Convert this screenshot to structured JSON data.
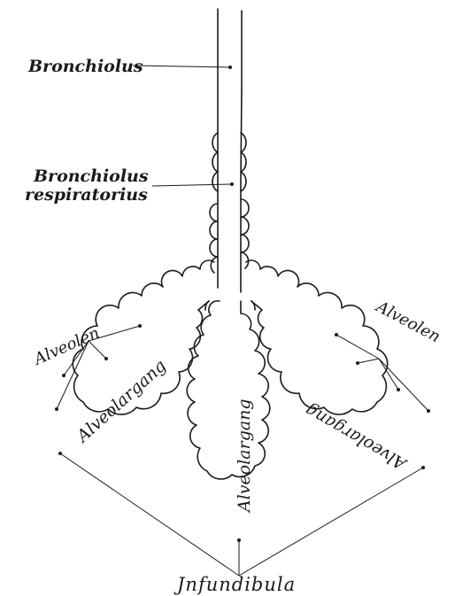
{
  "labels": {
    "bronchiolus": "Bronchiolus",
    "bronchiolus_respiratorius_line1": "Bronchiolus",
    "bronchiolus_respiratorius_line2": "respiratorius",
    "alveolen_left": "Alveolen",
    "alveolen_right": "Alveolen",
    "alveolargang_left": "Alveolargang",
    "alveolargang_center": "Alveolargang",
    "alveolargang_right": "Alveolargang",
    "infundibula": "Jnfundibula"
  },
  "colors": {
    "ink": "#1a1a1a",
    "paper": "#ffffff"
  }
}
